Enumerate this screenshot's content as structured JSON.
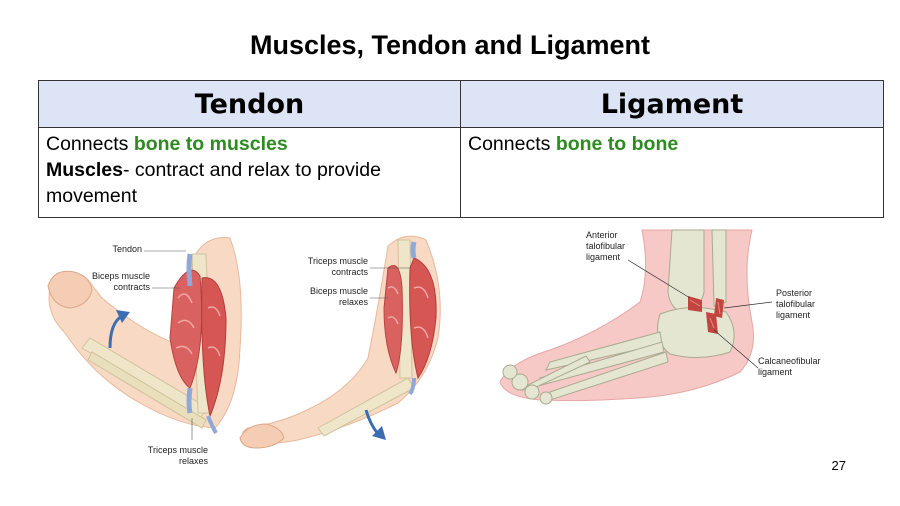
{
  "slide": {
    "title": "Muscles, Tendon and Ligament",
    "page_number": "27"
  },
  "table": {
    "headers": [
      "Tendon",
      "Ligament"
    ],
    "tendon": {
      "line1_prefix": "Connects ",
      "line1_highlight": "bone to muscles",
      "line2_bold": "Muscles",
      "line2_rest": "- contract and relax to provide movement"
    },
    "ligament": {
      "prefix": "Connects ",
      "highlight": "bone to bone"
    },
    "colors": {
      "header_bg": "#dde4f5",
      "highlight": "#2e8b22"
    }
  },
  "figures": {
    "arm_flexed": {
      "labels": [
        "Tendon",
        "Biceps muscle\ncontracts",
        "Triceps muscle\nrelaxes"
      ]
    },
    "arm_extended": {
      "labels": [
        "Triceps muscle\ncontracts",
        "Biceps muscle\nrelaxes"
      ]
    },
    "foot": {
      "labels": [
        "Anterior\ntalofibular\nligament",
        "Posterior\ntalofibular\nligament",
        "Calcaneofibular\nligament"
      ]
    }
  }
}
